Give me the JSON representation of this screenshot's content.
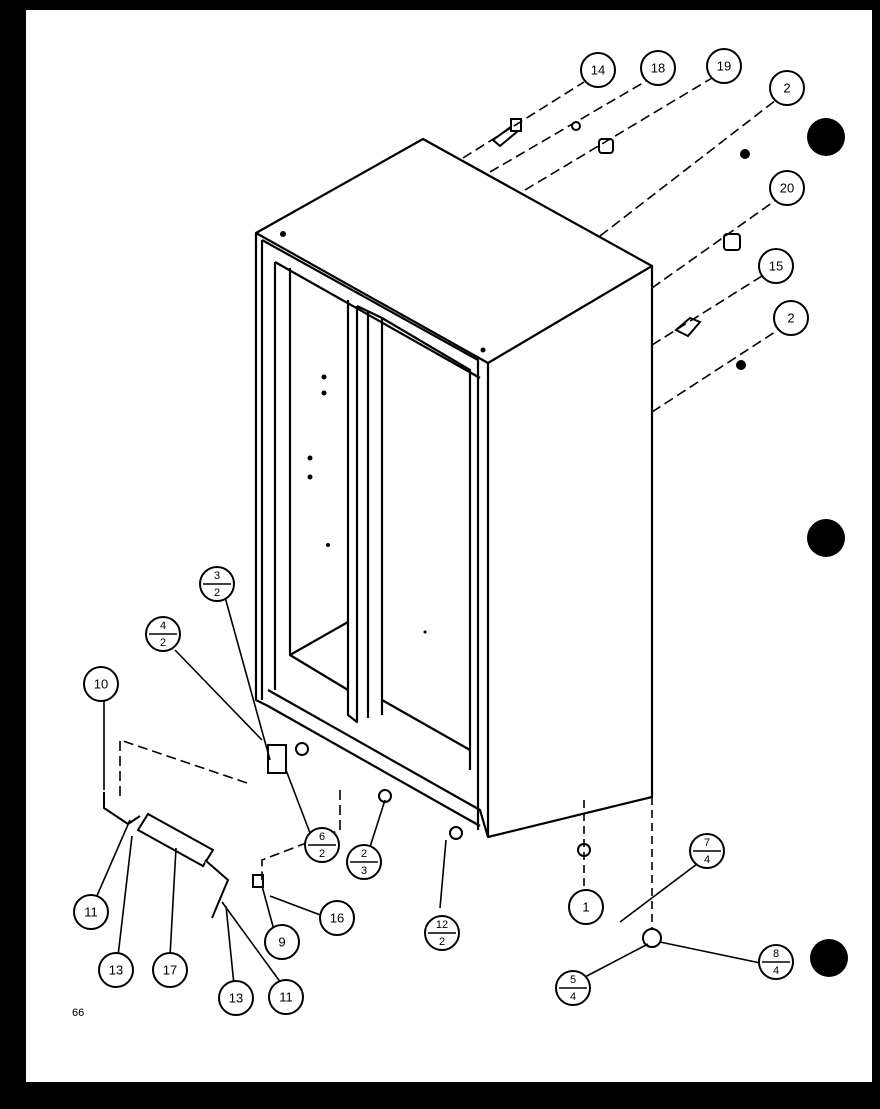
{
  "page_number": "66",
  "callouts": [
    {
      "id": "c14",
      "label": "14"
    },
    {
      "id": "c18",
      "label": "18"
    },
    {
      "id": "c19",
      "label": "19"
    },
    {
      "id": "c2a",
      "label": "2"
    },
    {
      "id": "c20",
      "label": "20"
    },
    {
      "id": "c15",
      "label": "15"
    },
    {
      "id": "c2b",
      "label": "2"
    },
    {
      "id": "c10",
      "label": "10"
    },
    {
      "id": "c11a",
      "label": "11"
    },
    {
      "id": "c13a",
      "label": "13"
    },
    {
      "id": "c17",
      "label": "17"
    },
    {
      "id": "c9",
      "label": "9"
    },
    {
      "id": "c16",
      "label": "16"
    },
    {
      "id": "c13b",
      "label": "13"
    },
    {
      "id": "c11b",
      "label": "11"
    },
    {
      "id": "c1",
      "label": "1"
    }
  ],
  "fraction_callouts": [
    {
      "id": "f32",
      "top": "3",
      "bottom": "2"
    },
    {
      "id": "f42",
      "top": "4",
      "bottom": "2"
    },
    {
      "id": "f62",
      "top": "6",
      "bottom": "2"
    },
    {
      "id": "f23",
      "top": "2",
      "bottom": "3"
    },
    {
      "id": "f122",
      "top": "12",
      "bottom": "2"
    },
    {
      "id": "f74",
      "top": "7",
      "bottom": "4"
    },
    {
      "id": "f84",
      "top": "8",
      "bottom": "4"
    },
    {
      "id": "f54",
      "top": "5",
      "bottom": "4"
    }
  ]
}
